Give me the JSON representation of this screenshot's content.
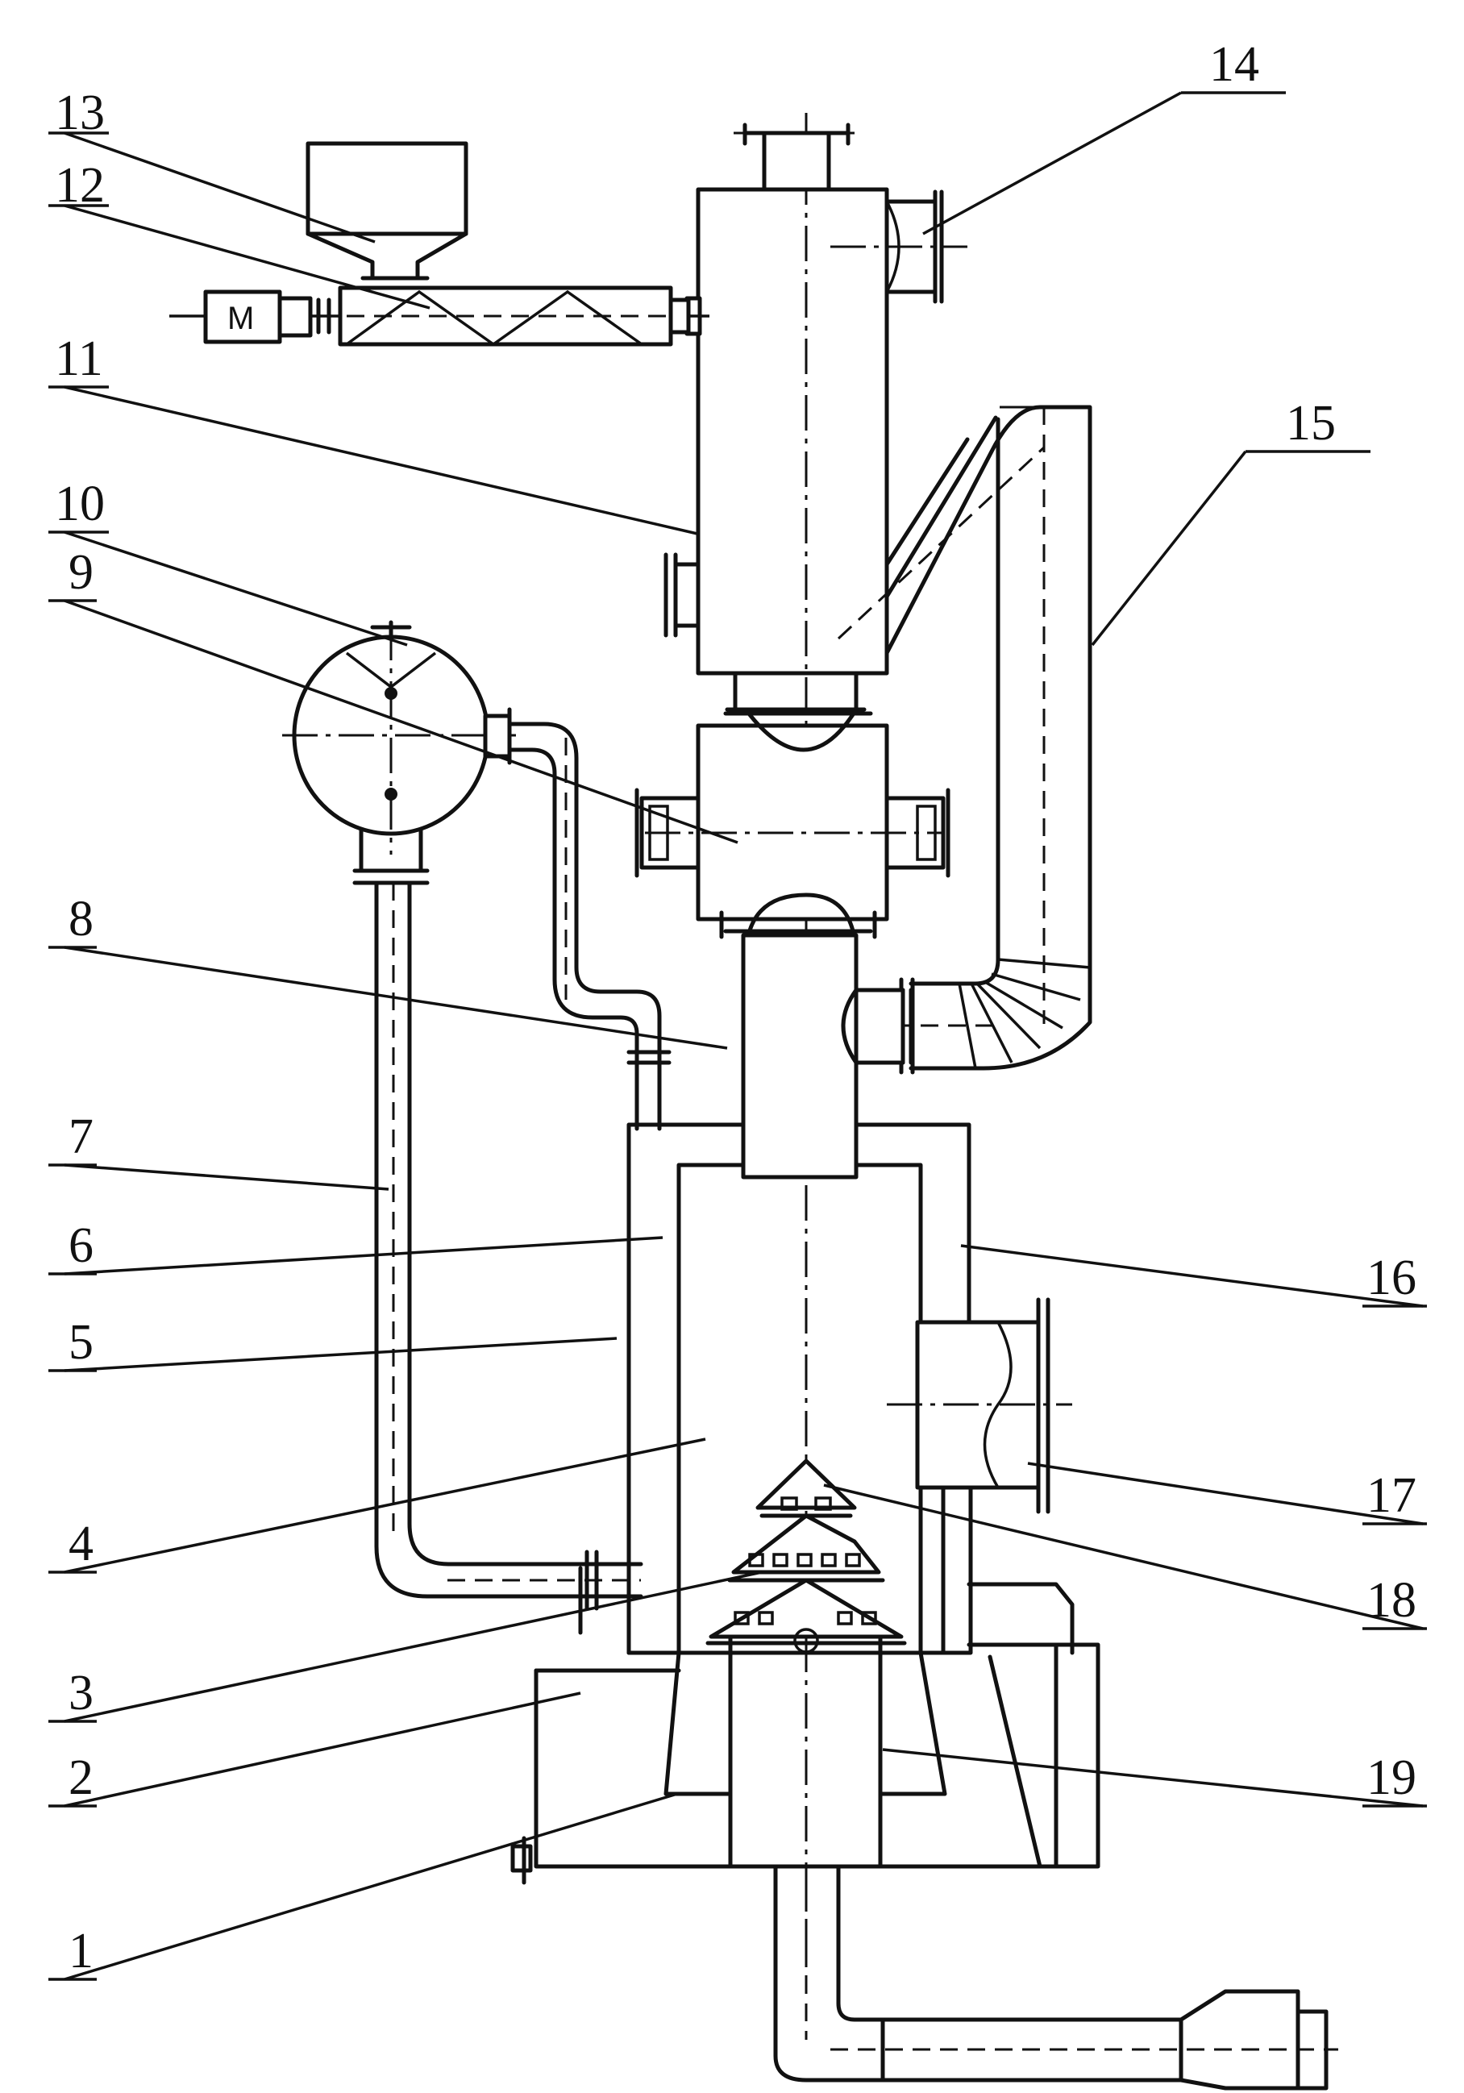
{
  "motor": {
    "label": "M"
  },
  "callouts": [
    {
      "id": "c1",
      "text": "1"
    },
    {
      "id": "c2",
      "text": "2"
    },
    {
      "id": "c3",
      "text": "3"
    },
    {
      "id": "c4",
      "text": "4"
    },
    {
      "id": "c5",
      "text": "5"
    },
    {
      "id": "c6",
      "text": "6"
    },
    {
      "id": "c7",
      "text": "7"
    },
    {
      "id": "c8",
      "text": "8"
    },
    {
      "id": "c9",
      "text": "9"
    },
    {
      "id": "c10",
      "text": "10"
    },
    {
      "id": "c11",
      "text": "11"
    },
    {
      "id": "c12",
      "text": "12"
    },
    {
      "id": "c13",
      "text": "13"
    },
    {
      "id": "c14",
      "text": "14"
    },
    {
      "id": "c15",
      "text": "15"
    },
    {
      "id": "c16",
      "text": "16"
    },
    {
      "id": "c17",
      "text": "17"
    },
    {
      "id": "c18",
      "text": "18"
    },
    {
      "id": "c19",
      "text": "19"
    }
  ]
}
